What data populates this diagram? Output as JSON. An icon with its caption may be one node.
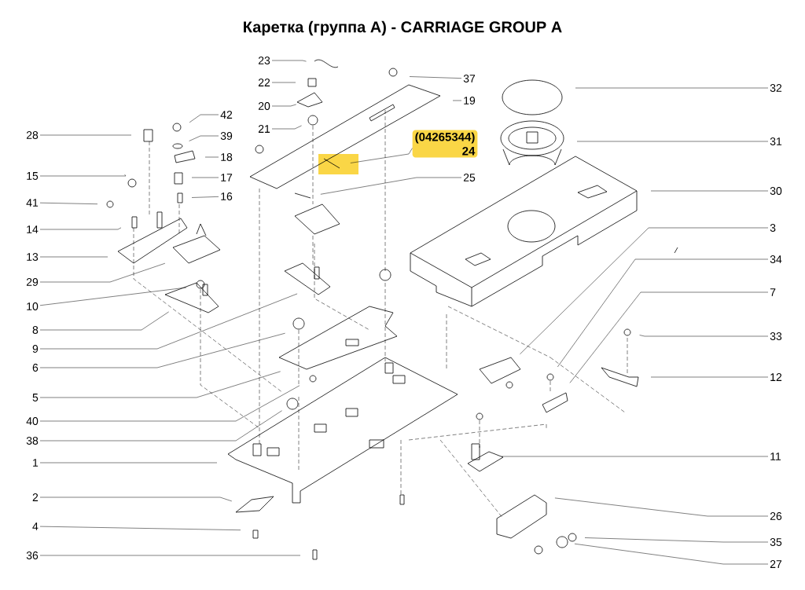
{
  "diagram": {
    "title": "Каретка (группа А) - CARRIAGE GROUP A",
    "nodes": [
      {
        "text": [
          "23"
        ]
      },
      {
        "text": [
          "22"
        ]
      },
      {
        "text": [
          "37"
        ]
      },
      {
        "text": [
          "32"
        ]
      },
      {
        "text": [
          "20"
        ]
      },
      {
        "text": [
          "19"
        ]
      },
      {
        "text": [
          "42"
        ]
      },
      {
        "text": [
          "21"
        ]
      },
      {
        "text": [
          "28"
        ]
      },
      {
        "text": [
          "39"
        ]
      },
      {
        "text": [
          "(04265344)",
          "24"
        ]
      },
      {
        "text": [
          "31"
        ]
      },
      {
        "text": [
          "18"
        ]
      },
      {
        "text": [
          "15"
        ]
      },
      {
        "text": [
          "17"
        ]
      },
      {
        "text": [
          "25"
        ]
      },
      {
        "text": [
          "30"
        ]
      },
      {
        "text": [
          "16"
        ]
      },
      {
        "text": [
          "41"
        ]
      },
      {
        "text": [
          "3"
        ]
      },
      {
        "text": [
          "14"
        ]
      },
      {
        "text": [
          "13"
        ]
      },
      {
        "text": [
          "34"
        ]
      },
      {
        "text": [
          "29"
        ]
      },
      {
        "text": [
          "7"
        ]
      },
      {
        "text": [
          "10"
        ]
      },
      {
        "text": [
          "8"
        ]
      },
      {
        "text": [
          "33"
        ]
      },
      {
        "text": [
          "9"
        ]
      },
      {
        "text": [
          "6"
        ]
      },
      {
        "text": [
          "12"
        ]
      },
      {
        "text": [
          "5"
        ]
      },
      {
        "text": [
          "40"
        ]
      },
      {
        "text": [
          "38"
        ]
      },
      {
        "text": [
          "1"
        ]
      },
      {
        "text": [
          "11"
        ]
      },
      {
        "text": [
          "2"
        ]
      },
      {
        "text": [
          "26"
        ]
      },
      {
        "text": [
          "4"
        ]
      },
      {
        "text": [
          "35"
        ]
      },
      {
        "text": [
          "36"
        ]
      },
      {
        "text": [
          "27"
        ]
      }
    ],
    "edges": [
      {
        "from": 0,
        "to": null,
        "arrow": "none"
      },
      {
        "from": 1,
        "to": null,
        "arrow": "none"
      },
      {
        "from": 2,
        "to": null,
        "arrow": "none"
      },
      {
        "from": 3,
        "to": null,
        "arrow": "none"
      },
      {
        "from": 4,
        "to": null,
        "arrow": "none"
      },
      {
        "from": 5,
        "to": null,
        "arrow": "none"
      },
      {
        "from": 6,
        "to": null,
        "arrow": "none"
      },
      {
        "from": 7,
        "to": null,
        "arrow": "none"
      },
      {
        "from": 8,
        "to": null,
        "arrow": "none"
      },
      {
        "from": 9,
        "to": null,
        "arrow": "none"
      },
      {
        "from": 10,
        "to": null,
        "arrow": "none"
      },
      {
        "from": 11,
        "to": null,
        "arrow": "none"
      },
      {
        "from": 12,
        "to": null,
        "arrow": "none"
      },
      {
        "from": 13,
        "to": null,
        "arrow": "none"
      },
      {
        "from": 14,
        "to": null,
        "arrow": "none"
      },
      {
        "from": 15,
        "to": null,
        "arrow": "none"
      },
      {
        "from": 16,
        "to": null,
        "arrow": "none"
      },
      {
        "from": 17,
        "to": null,
        "arrow": "none"
      },
      {
        "from": 18,
        "to": null,
        "arrow": "none"
      },
      {
        "from": 19,
        "to": null,
        "arrow": "none"
      },
      {
        "from": 20,
        "to": null,
        "arrow": "none"
      },
      {
        "from": 21,
        "to": null,
        "arrow": "none"
      },
      {
        "from": 22,
        "to": null,
        "arrow": "none"
      },
      {
        "from": 23,
        "to": null,
        "arrow": "none"
      },
      {
        "from": 24,
        "to": null,
        "arrow": "none"
      },
      {
        "from": 25,
        "to": null,
        "arrow": "none"
      },
      {
        "from": 26,
        "to": null,
        "arrow": "none"
      },
      {
        "from": 27,
        "to": null,
        "arrow": "none"
      },
      {
        "from": 28,
        "to": null,
        "arrow": "none"
      },
      {
        "from": 29,
        "to": null,
        "arrow": "none"
      },
      {
        "from": 30,
        "to": null,
        "arrow": "none"
      },
      {
        "from": 31,
        "to": null,
        "arrow": "none"
      },
      {
        "from": 32,
        "to": null,
        "arrow": "none"
      },
      {
        "from": 33,
        "to": null,
        "arrow": "none"
      },
      {
        "from": 34,
        "to": null,
        "arrow": "none"
      },
      {
        "from": 35,
        "to": null,
        "arrow": "none"
      },
      {
        "from": 36,
        "to": null,
        "arrow": "none"
      },
      {
        "from": 37,
        "to": null,
        "arrow": "none"
      },
      {
        "from": 38,
        "to": null,
        "arrow": "none"
      },
      {
        "from": 39,
        "to": null,
        "arrow": "none"
      },
      {
        "from": 40,
        "to": null,
        "arrow": "none"
      },
      {
        "from": 41,
        "to": null,
        "arrow": "none"
      }
    ]
  }
}
